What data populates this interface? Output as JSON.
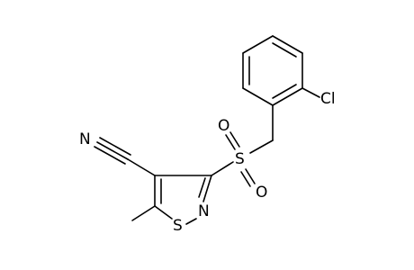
{
  "molecule": {
    "atoms": {
      "chlorine": "Cl",
      "nitrile_nitrogen": "N",
      "sulfonyl_sulfur": "S",
      "sulfonyl_oxygen_upper": "O",
      "sulfonyl_oxygen_lower": "O",
      "ring_nitrogen": "N",
      "ring_sulfur": "S"
    }
  },
  "colors": {
    "bond": "#000000",
    "label": "#000000",
    "background": "#ffffff"
  }
}
